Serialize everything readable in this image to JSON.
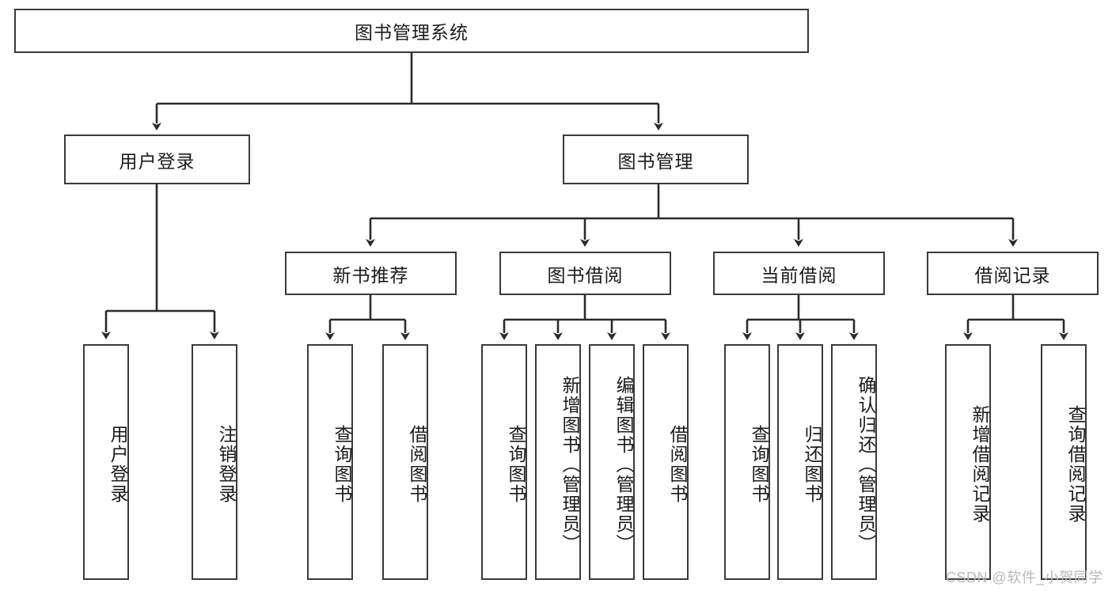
{
  "diagram": {
    "title": "图书管理系统",
    "type": "tree",
    "root": {
      "label": "图书管理系统"
    },
    "level2": [
      {
        "label": "用户登录"
      },
      {
        "label": "图书管理"
      }
    ],
    "level3": [
      {
        "label": "新书推荐"
      },
      {
        "label": "图书借阅"
      },
      {
        "label": "当前借阅"
      },
      {
        "label": "借阅记录"
      }
    ],
    "leaves": {
      "user_login": [
        {
          "label": "用户登录"
        },
        {
          "label": "注销登录"
        }
      ],
      "new_book_recommend": [
        {
          "label": "查询图书"
        },
        {
          "label": "借阅图书"
        }
      ],
      "book_borrow": [
        {
          "label": "查询图书"
        },
        {
          "label": "新增图书（管理员）"
        },
        {
          "label": "编辑图书（管理员）"
        },
        {
          "label": "借阅图书"
        }
      ],
      "current_borrow": [
        {
          "label": "查询图书"
        },
        {
          "label": "归还图书"
        },
        {
          "label": "确认归还（管理员）"
        }
      ],
      "borrow_record": [
        {
          "label": "新增借阅记录"
        },
        {
          "label": "查询借阅记录"
        }
      ]
    }
  },
  "watermark": {
    "text": "CSDN @软件_小贺同学"
  },
  "colors": {
    "box_border": "#3a3a3a",
    "box_fill": "#ffffff",
    "text": "#1b1b1b",
    "line": "#2b2b2b",
    "watermark": "#b9b9b9"
  }
}
